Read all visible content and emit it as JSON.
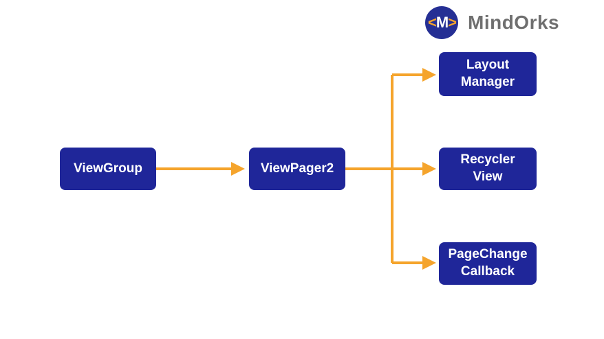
{
  "brand": {
    "name": "MindOrks",
    "logo_glyph_left": "<",
    "logo_glyph_m": "M",
    "logo_glyph_right": ">"
  },
  "diagram": {
    "nodes": {
      "viewgroup": {
        "label": "ViewGroup"
      },
      "viewpager2": {
        "label": "ViewPager2"
      },
      "layout_manager": {
        "label": "Layout\nManager"
      },
      "recycler_view": {
        "label": "Recycler\nView"
      },
      "pagechange_callback": {
        "label": "PageChange\nCallback"
      }
    },
    "edges": [
      {
        "from": "viewgroup",
        "to": "viewpager2"
      },
      {
        "from": "viewpager2",
        "to": "layout_manager"
      },
      {
        "from": "viewpager2",
        "to": "recycler_view"
      },
      {
        "from": "viewpager2",
        "to": "pagechange_callback"
      }
    ]
  },
  "colors": {
    "box-blue": "#1F2699",
    "accent-orange": "#F5A42C",
    "logo-blue": "#252F94",
    "brand-gray": "#6F6F6F"
  }
}
